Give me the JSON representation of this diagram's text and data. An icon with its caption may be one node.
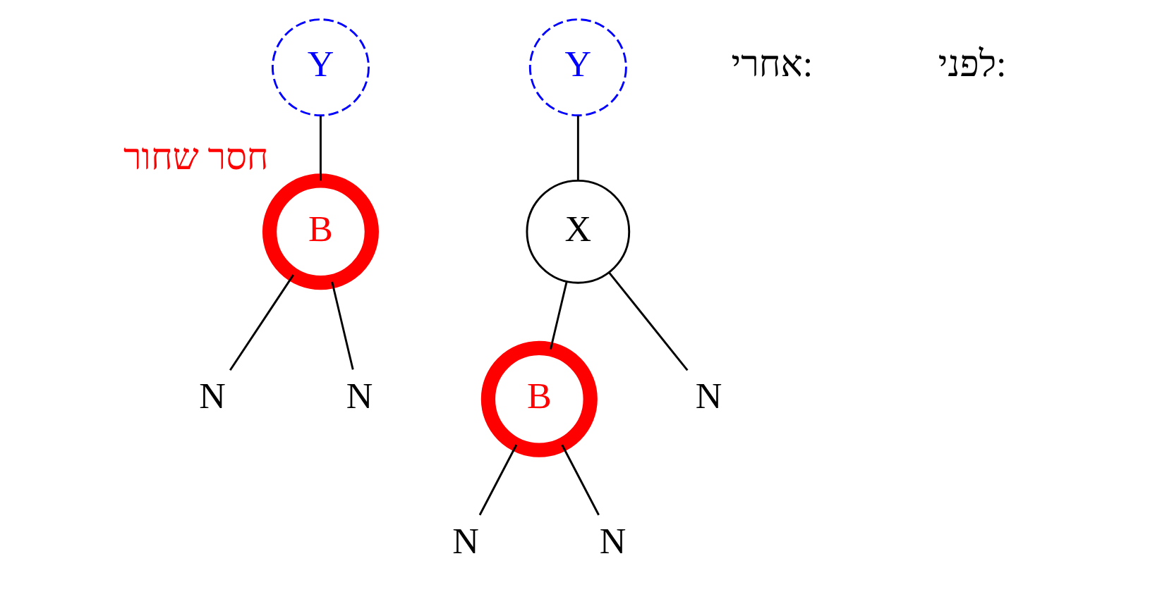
{
  "diagram": {
    "nodes": [
      {
        "text": [
          "Y"
        ]
      },
      {
        "text": [
          "B"
        ],
        "beside": [
          "חסר שחור"
        ]
      },
      {
        "text": [
          "N"
        ]
      },
      {
        "text": [
          "N"
        ]
      },
      {
        "text": [
          "Y"
        ]
      },
      {
        "text": [
          "X"
        ]
      },
      {
        "text": [
          "B"
        ]
      },
      {
        "text": [
          "N"
        ]
      },
      {
        "text": [
          "N"
        ]
      },
      {
        "text": [
          "N"
        ]
      }
    ],
    "edges": [
      {
        "from": 0,
        "to": 1,
        "arrow": "none"
      },
      {
        "from": 1,
        "to": 2,
        "arrow": "none"
      },
      {
        "from": 1,
        "to": 3,
        "arrow": "none"
      },
      {
        "from": 4,
        "to": 5,
        "arrow": "none"
      },
      {
        "from": 5,
        "to": 6,
        "arrow": "none"
      },
      {
        "from": 5,
        "to": 9,
        "arrow": "none"
      },
      {
        "from": 6,
        "to": 7,
        "arrow": "none"
      },
      {
        "from": 6,
        "to": 8,
        "arrow": "none"
      }
    ],
    "labels": [
      "אחרי:",
      "לפני:"
    ]
  }
}
